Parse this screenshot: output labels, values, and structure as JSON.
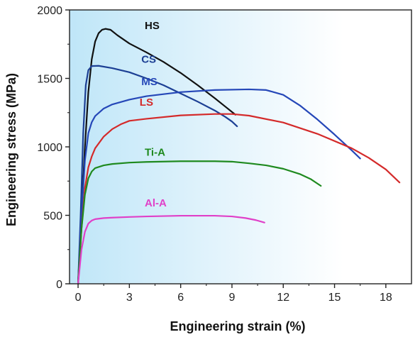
{
  "chart_data": {
    "type": "line",
    "title": "",
    "xlabel": "Engineering strain (%)",
    "ylabel": "Engineering stress (MPa)",
    "xlim": [
      -0.5,
      19.5
    ],
    "ylim": [
      0,
      2000
    ],
    "xticks": [
      0,
      3,
      6,
      9,
      12,
      15,
      18
    ],
    "xtick_labels": [
      "0",
      "3",
      "6",
      "9",
      "12",
      "15",
      "18"
    ],
    "yticks": [
      0,
      500,
      1000,
      1500,
      2000
    ],
    "ytick_labels": [
      "0",
      "500",
      "1000",
      "1500",
      "2000"
    ],
    "grid": false,
    "legend": "inline labels next to curves",
    "background": "light blue gradient fading to white toward the right",
    "series": [
      {
        "name": "HS",
        "color": "#111111",
        "label_at": [
          3.9,
          1860
        ],
        "x": [
          0,
          0.2,
          0.4,
          0.6,
          0.8,
          1.0,
          1.2,
          1.4,
          1.6,
          1.9,
          2.3,
          3.0,
          4.0,
          5.0,
          6.0,
          7.0,
          8.0,
          8.6,
          9.2
        ],
        "y": [
          0,
          500,
          1000,
          1400,
          1640,
          1770,
          1830,
          1855,
          1862,
          1855,
          1815,
          1755,
          1690,
          1620,
          1540,
          1450,
          1355,
          1295,
          1235
        ]
      },
      {
        "name": "CS",
        "color": "#1c3f94",
        "label_at": [
          3.7,
          1615
        ],
        "x": [
          0,
          0.15,
          0.3,
          0.45,
          0.6,
          0.8,
          1.2,
          2.0,
          3.0,
          4.0,
          5.0,
          6.0,
          7.0,
          8.0,
          8.6,
          9.0,
          9.3
        ],
        "y": [
          0,
          500,
          1100,
          1450,
          1560,
          1590,
          1592,
          1575,
          1545,
          1500,
          1450,
          1390,
          1330,
          1265,
          1220,
          1185,
          1150
        ]
      },
      {
        "name": "MS",
        "color": "#2547b8",
        "label_at": [
          3.7,
          1450
        ],
        "x": [
          0,
          0.2,
          0.4,
          0.6,
          0.8,
          1.0,
          1.5,
          2.0,
          3.0,
          4.0,
          6.0,
          8.0,
          10.0,
          11.0,
          12.0,
          13.0,
          14.0,
          15.0,
          16.0,
          16.5
        ],
        "y": [
          0,
          500,
          900,
          1100,
          1180,
          1225,
          1280,
          1310,
          1345,
          1370,
          1400,
          1415,
          1420,
          1415,
          1380,
          1300,
          1200,
          1090,
          975,
          915
        ]
      },
      {
        "name": "LS",
        "color": "#d42a2a",
        "label_at": [
          3.6,
          1300
        ],
        "x": [
          0,
          0.2,
          0.4,
          0.6,
          0.8,
          1.0,
          1.5,
          2.0,
          2.5,
          3.0,
          4.0,
          6.0,
          8.0,
          9.0,
          10.0,
          12.0,
          14.0,
          16.0,
          17.0,
          18.0,
          18.8
        ],
        "y": [
          0,
          400,
          700,
          850,
          930,
          990,
          1075,
          1130,
          1165,
          1190,
          1205,
          1230,
          1240,
          1240,
          1228,
          1178,
          1095,
          990,
          920,
          835,
          740
        ]
      },
      {
        "name": "Ti-A",
        "color": "#1f8a1f",
        "label_at": [
          3.9,
          935
        ],
        "x": [
          0,
          0.2,
          0.4,
          0.6,
          0.8,
          1.0,
          1.5,
          2.0,
          3.0,
          4.0,
          6.0,
          8.0,
          9.0,
          10.0,
          11.0,
          12.0,
          13.0,
          13.6,
          14.2
        ],
        "y": [
          0,
          400,
          650,
          770,
          820,
          845,
          865,
          875,
          885,
          890,
          895,
          895,
          892,
          880,
          865,
          840,
          800,
          765,
          715
        ]
      },
      {
        "name": "Al-A",
        "color": "#e040c8",
        "label_at": [
          3.9,
          565
        ],
        "x": [
          0,
          0.2,
          0.4,
          0.6,
          0.8,
          1.0,
          1.5,
          2.0,
          3.0,
          4.0,
          6.0,
          8.0,
          9.0,
          9.8,
          10.4,
          10.9
        ],
        "y": [
          0,
          250,
          380,
          440,
          462,
          472,
          480,
          483,
          488,
          492,
          497,
          497,
          492,
          480,
          465,
          447
        ]
      }
    ]
  }
}
